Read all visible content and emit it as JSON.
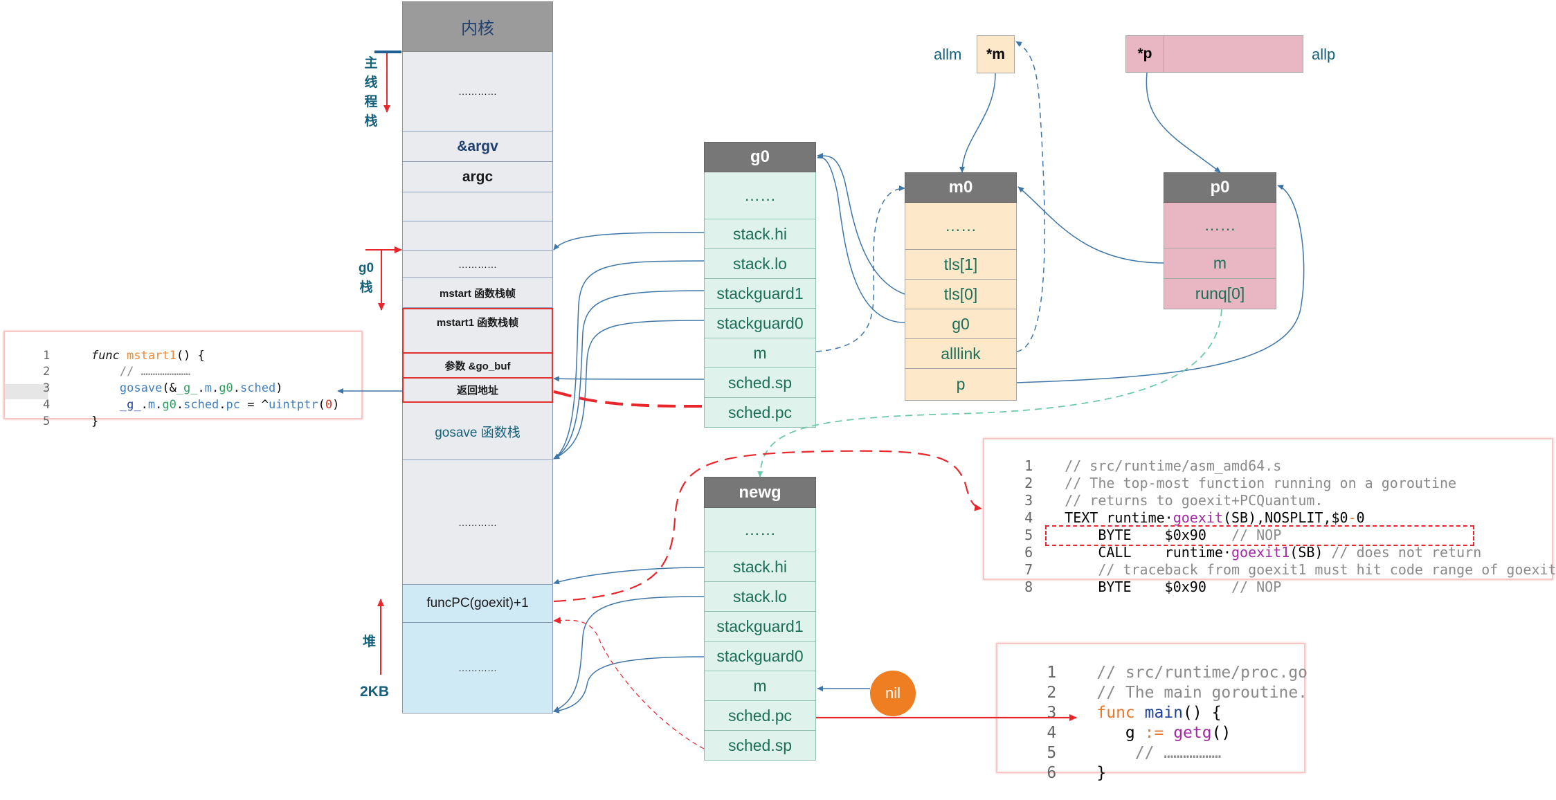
{
  "main_stack": {
    "cells": [
      {
        "label": "内核",
        "kind": "kernel"
      },
      {
        "label": "…………",
        "kind": "plain"
      },
      {
        "label": "&argv",
        "kind": "plain"
      },
      {
        "label": "argc",
        "kind": "plain"
      },
      {
        "label": "",
        "kind": "plain"
      },
      {
        "label": "",
        "kind": "plain"
      },
      {
        "label": "…………",
        "kind": "plain"
      },
      {
        "label": "mstart 函数栈帧",
        "kind": "plain"
      },
      {
        "label": "mstart1 函数栈帧",
        "kind": "red"
      },
      {
        "label": "参数 &go_buf",
        "kind": "red"
      },
      {
        "label": "返回地址",
        "kind": "red"
      },
      {
        "label": "gosave 函数栈",
        "kind": "plain"
      },
      {
        "label": "…………",
        "kind": "plain"
      },
      {
        "label": "funcPC(goexit)+1",
        "kind": "heap"
      },
      {
        "label": "…………",
        "kind": "heap"
      }
    ]
  },
  "labels": {
    "main_thread_stack": [
      "主",
      "线",
      "程",
      "栈"
    ],
    "g0_stack": [
      "g0",
      "栈"
    ],
    "heap": "堆",
    "heap_size": "2KB",
    "allm": "allm",
    "allp": "allp",
    "star_m": "*m",
    "star_p": "*p",
    "nil": "nil"
  },
  "g0": {
    "title": "g0",
    "fields": [
      "……",
      "stack.hi",
      "stack.lo",
      "stackguard1",
      "stackguard0",
      "m",
      "sched.sp",
      "sched.pc"
    ]
  },
  "m0": {
    "title": "m0",
    "fields": [
      "……",
      "tls[1]",
      "tls[0]",
      "g0",
      "alllink",
      "p"
    ]
  },
  "p0": {
    "title": "p0",
    "fields": [
      "……",
      "m",
      "runq[0]"
    ]
  },
  "newg": {
    "title": "newg",
    "fields": [
      "……",
      "stack.hi",
      "stack.lo",
      "stackguard1",
      "stackguard0",
      "m",
      "sched.pc",
      "sched.sp"
    ]
  },
  "code_mstart1": {
    "lines": [
      {
        "n": "1",
        "text": "func mstart1() {"
      },
      {
        "n": "2",
        "text": "    // …………………"
      },
      {
        "n": "3",
        "text": "    gosave(&_g_.m.g0.sched)"
      },
      {
        "n": "4",
        "text": "    _g_.m.g0.sched.pc = ^uintptr(0)"
      },
      {
        "n": "5",
        "text": "}"
      }
    ]
  },
  "code_asm": {
    "lines": [
      {
        "n": "1",
        "text": "// src/runtime/asm_amd64.s"
      },
      {
        "n": "2",
        "text": "// The top-most function running on a goroutine"
      },
      {
        "n": "3",
        "text": "// returns to goexit+PCQuantum."
      },
      {
        "n": "4",
        "text": "TEXT runtime·goexit(SB),NOSPLIT,$0-0"
      },
      {
        "n": "5",
        "text": "    BYTE    $0x90   // NOP"
      },
      {
        "n": "6",
        "text": "    CALL    runtime·goexit1(SB) // does not return"
      },
      {
        "n": "7",
        "text": "    // traceback from goexit1 must hit code range of goexit"
      },
      {
        "n": "8",
        "text": "    BYTE    $0x90   // NOP"
      }
    ]
  },
  "code_proc": {
    "lines": [
      {
        "n": "1",
        "text": "// src/runtime/proc.go"
      },
      {
        "n": "2",
        "text": "// The main goroutine."
      },
      {
        "n": "3",
        "text": "func main() {"
      },
      {
        "n": "4",
        "text": "    g := getg()"
      },
      {
        "n": "5",
        "text": "    // ………………"
      },
      {
        "n": "6",
        "text": "}"
      }
    ]
  },
  "colors": {
    "arrow_blue": "#3f76a8",
    "arrow_red": "#e8262b",
    "arrow_teal": "#6cc9aa",
    "nil_orange": "#ef7d22"
  }
}
